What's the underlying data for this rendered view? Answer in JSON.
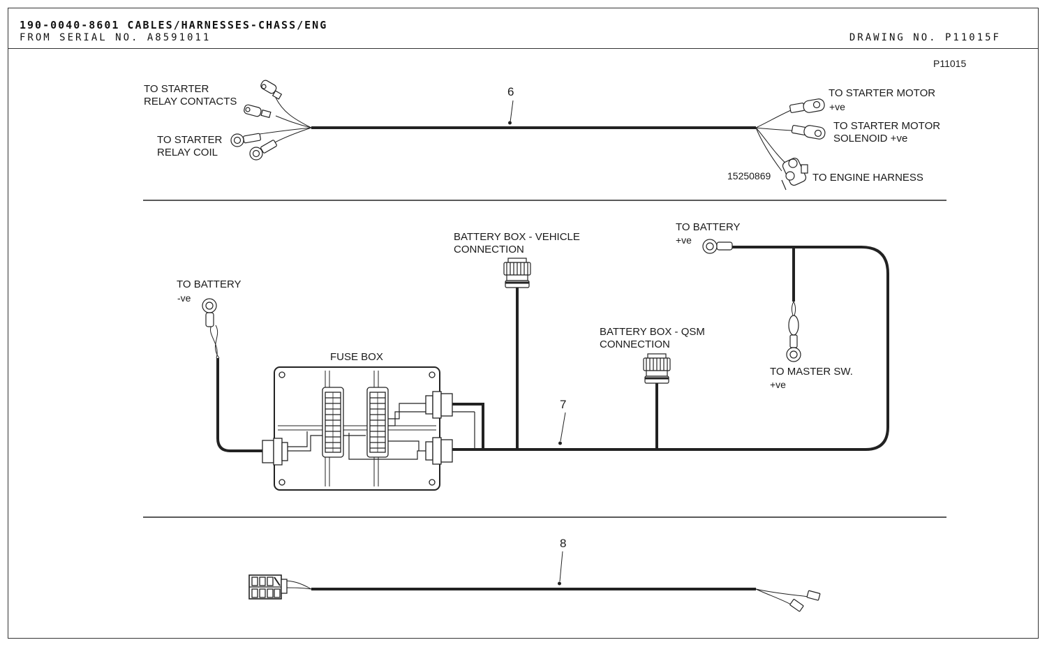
{
  "header": {
    "title": "190-0040-8601 CABLES/HARNESSES-CHASS/ENG",
    "serial": "FROM SERIAL NO. A8591011",
    "drawing": "DRAWING NO. P11015F"
  },
  "figure_ref": "P11015",
  "harness_6": {
    "item_number": "6",
    "label_starter_relay_contacts": "TO STARTER\nRELAY CONTACTS",
    "label_starter_relay_coil": "TO STARTER\nRELAY COIL",
    "label_starter_motor": "TO STARTER MOTOR",
    "label_starter_motor_ve": "+ve",
    "label_starter_solenoid": "TO STARTER MOTOR\nSOLENOID +ve",
    "part_number": "15250869",
    "label_engine_harness": "TO ENGINE HARNESS"
  },
  "harness_7": {
    "item_number": "7",
    "label_battery_neg": "TO BATTERY",
    "label_battery_neg_ve": "-ve",
    "label_fuse_box": "FUSE BOX",
    "label_vehicle_connection": "BATTERY BOX - VEHICLE\nCONNECTION",
    "label_qsm_connection": "BATTERY BOX - QSM\nCONNECTION",
    "label_battery_pos": "TO BATTERY",
    "label_battery_pos_ve": "+ve",
    "label_master_sw": "TO MASTER SW.",
    "label_master_sw_ve": "+ve"
  },
  "harness_8": {
    "item_number": "8"
  }
}
